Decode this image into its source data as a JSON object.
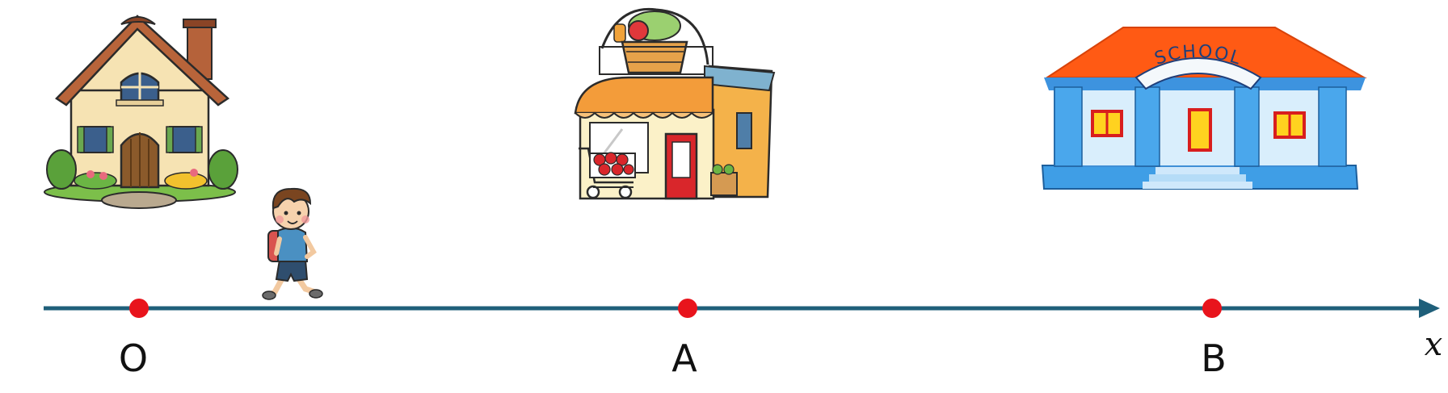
{
  "axis": {
    "variable": "x",
    "line_color": "#1f5f7a",
    "point_color": "#e8141c"
  },
  "points": [
    {
      "id": "O",
      "label": "O",
      "place": "house"
    },
    {
      "id": "A",
      "label": "A",
      "place": "grocery-store"
    },
    {
      "id": "B",
      "label": "B",
      "place": "school"
    }
  ],
  "school_sign": "SCHOOL",
  "walker": "boy-with-backpack"
}
